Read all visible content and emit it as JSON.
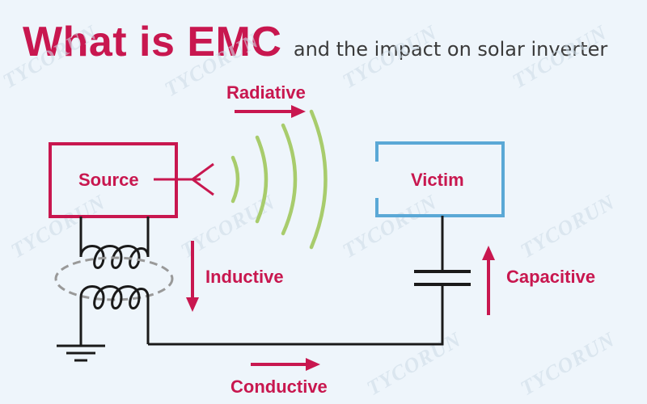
{
  "title": {
    "main": "What is EMC",
    "subtitle": "and the impact on solar inverter"
  },
  "labels": {
    "source": "Source",
    "victim": "Victim",
    "radiative": "Radiative",
    "inductive": "Inductive",
    "capacitive": "Capacitive",
    "conductive": "Conductive"
  },
  "watermark": "TYCORUN",
  "colors": {
    "accent": "#c8174f",
    "victim_box": "#5aa8d6",
    "waves": "#a8cc6c",
    "wire": "#1a1a1a",
    "coupling_ellipse": "#999999"
  }
}
